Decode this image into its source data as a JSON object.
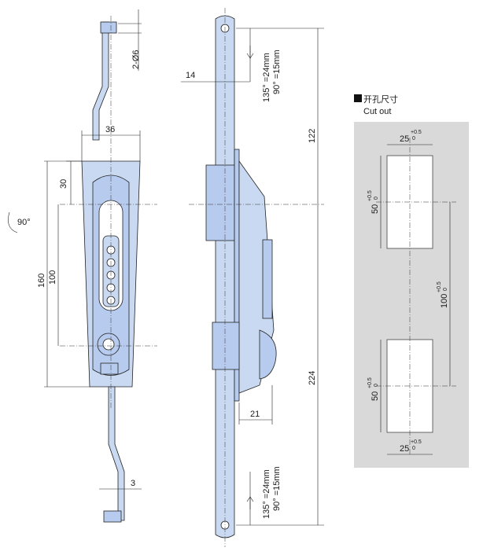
{
  "dimensions": {
    "hole_spec": "2-Ø6",
    "width_36": "36",
    "offset_14": "14",
    "len_30": "30",
    "len_100": "100",
    "len_160": "160",
    "len_122": "122",
    "len_224": "224",
    "len_21": "21",
    "len_3": "3",
    "rotation": "90°"
  },
  "stroke_note_top": [
    "135° =24mm",
    "90° =15mm"
  ],
  "stroke_note_bottom": [
    "135° =24mm",
    "90° =15mm"
  ],
  "cutout": {
    "title_cn": "开孔尺寸",
    "title_en": "Cut out",
    "w_top": "25",
    "w_top_tol": "+0.5",
    "w_top_tol0": "0",
    "h_top": "50",
    "h_top_tol": "+0.5",
    "h_top_tol0": "0",
    "spacing": "100",
    "spacing_tol": "+0.5",
    "spacing_tol0": "0",
    "h_bottom": "50",
    "h_bottom_tol": "+0.5",
    "h_bottom_tol0": "0",
    "w_bottom": "25",
    "w_bottom_tol": "+0.5",
    "w_bottom_tol0": "0"
  },
  "colors": {
    "part_fill": "#c9d9f2",
    "cutout_panel": "#d9d9d9"
  }
}
